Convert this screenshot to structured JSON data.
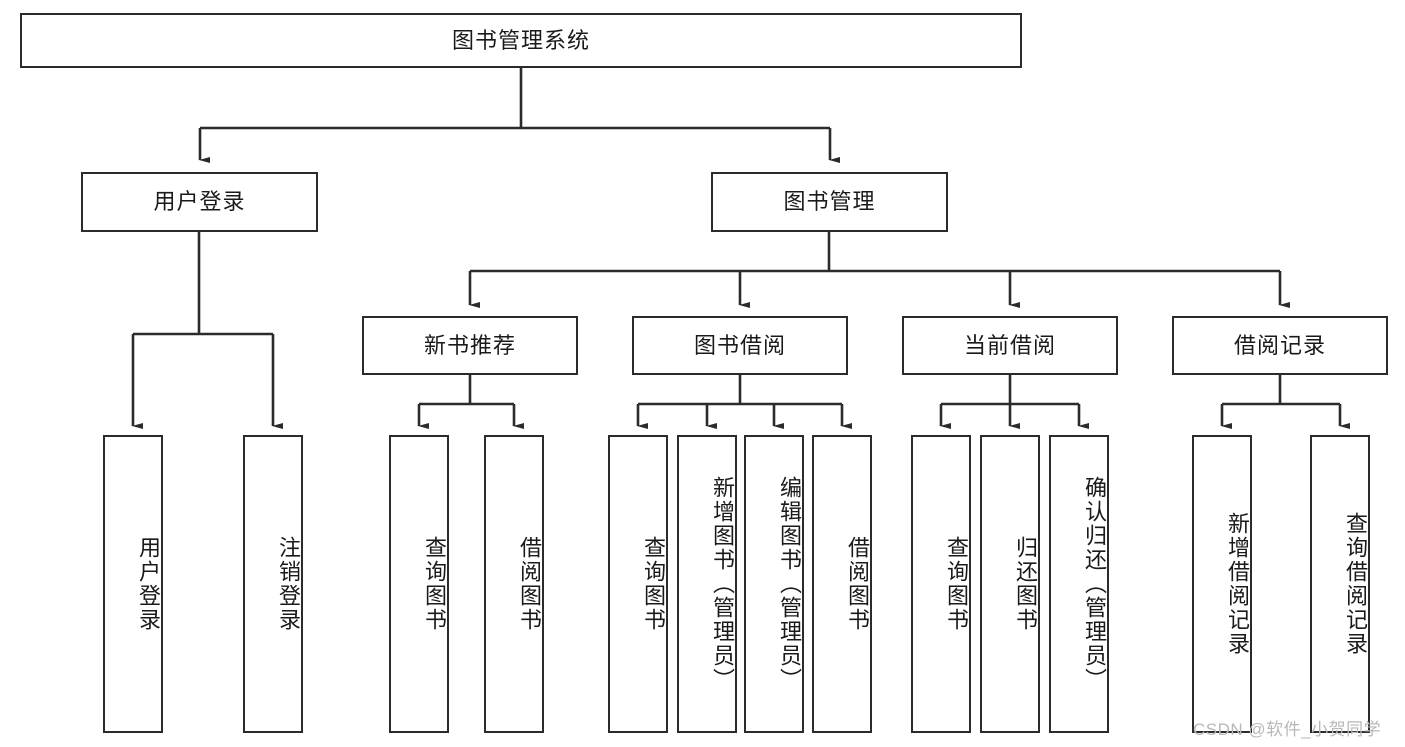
{
  "diagram": {
    "title_node": {
      "label": "图书管理系统"
    },
    "level2": [
      {
        "label": "用户登录"
      },
      {
        "label": "图书管理"
      }
    ],
    "level3": [
      {
        "label": "新书推荐"
      },
      {
        "label": "图书借阅"
      },
      {
        "label": "当前借阅"
      },
      {
        "label": "借阅记录"
      }
    ],
    "leaves": {
      "user_login": [
        {
          "label": "用户登录"
        },
        {
          "label": "注销登录"
        }
      ],
      "new_book_rec": [
        {
          "label": "查询图书"
        },
        {
          "label": "借阅图书"
        }
      ],
      "book_borrow": [
        {
          "label": "查询图书"
        },
        {
          "label": "新增图书（管理员）"
        },
        {
          "label": "编辑图书（管理员）"
        },
        {
          "label": "借阅图书"
        }
      ],
      "current_borrow": [
        {
          "label": "查询图书"
        },
        {
          "label": "归还图书"
        },
        {
          "label": "确认归还（管理员）"
        }
      ],
      "borrow_record": [
        {
          "label": "新增借阅记录"
        },
        {
          "label": "查询借阅记录"
        }
      ]
    }
  },
  "watermark": {
    "text": "CSDN @软件_小贺同学"
  },
  "colors": {
    "stroke": "#2b2b2b",
    "fill": "#ffffff",
    "text": "#1a1a1a",
    "watermark": "#b8b8b8"
  }
}
